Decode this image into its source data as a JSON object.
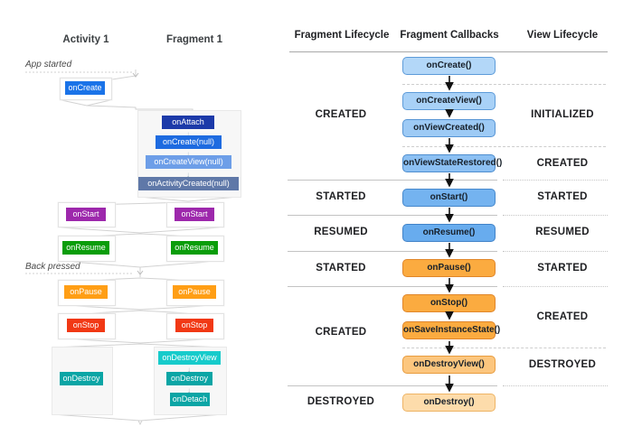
{
  "title": "Android fragment lifecycle diagram",
  "icons": {
    "down_arrow": "↓"
  },
  "palette": {
    "left": {
      "onCreate": "#1a73e8",
      "onAttach": "#1c3aa9",
      "onCreateNull": "#1e6be0",
      "onCreateViewNull": "#6d9ee8",
      "onActivityCreatedNull": "#5f78a8",
      "onStart": "#9d28ac",
      "onResume": "#0a9d0a",
      "onPause": "#ff9e15",
      "onStop": "#f13814",
      "onDestroy": "#0ba5a5",
      "onDestroyView": "#16cbcb",
      "panel_bg": "#f7f7f7",
      "connector": "#d2d2d2"
    },
    "right": {
      "blue_light": "#b3d7f8",
      "blue_mid": "#8cc0f3",
      "blue_strong": "#68acee",
      "blue_border": "#5d9bd9",
      "orange_strong": "#fbab40",
      "orange_mid": "#fcc67e",
      "orange_light": "#fddcab",
      "orange_border": "#e0862a",
      "arrow": "#111111"
    }
  },
  "left_panel": {
    "column_headers": [
      {
        "label": "Activity 1"
      },
      {
        "label": "Fragment 1"
      }
    ],
    "annotations": {
      "app_started": "App started",
      "back_pressed": "Back pressed"
    },
    "activity_flow": {
      "onCreate": "onCreate",
      "onStart": "onStart",
      "onResume": "onResume",
      "onPause": "onPause",
      "onStop": "onStop",
      "onDestroy": "onDestroy"
    },
    "fragment_create_group": {
      "onAttach": "onAttach",
      "onCreate": "onCreate(null)",
      "onCreateView": "onCreateView(null)",
      "onActivityCreated": "onActivityCreated(null)"
    },
    "fragment_flow": {
      "onStart": "onStart",
      "onResume": "onResume",
      "onPause": "onPause",
      "onStop": "onStop"
    },
    "fragment_destroy_group": {
      "onDestroyView": "onDestroyView",
      "onDestroy": "onDestroy",
      "onDetach": "onDetach"
    }
  },
  "right_panel": {
    "headers": {
      "fragment_lifecycle": "Fragment Lifecycle",
      "fragment_callbacks": "Fragment Callbacks",
      "view_lifecycle": "View Lifecycle"
    },
    "fragment_states": [
      {
        "label": "CREATED"
      },
      {
        "label": "STARTED"
      },
      {
        "label": "RESUMED"
      },
      {
        "label": "STARTED"
      },
      {
        "label": "CREATED"
      },
      {
        "label": "DESTROYED"
      }
    ],
    "view_states": [
      {
        "label": "INITIALIZED"
      },
      {
        "label": "CREATED"
      },
      {
        "label": "STARTED"
      },
      {
        "label": "RESUMED"
      },
      {
        "label": "STARTED"
      },
      {
        "label": "CREATED"
      },
      {
        "label": "DESTROYED"
      }
    ],
    "callbacks": [
      {
        "label": "onCreate()"
      },
      {
        "label": "onCreateView()"
      },
      {
        "label": "onViewCreated()"
      },
      {
        "label": "onViewStateRestored()"
      },
      {
        "label": "onStart()"
      },
      {
        "label": "onResume()"
      },
      {
        "label": "onPause()"
      },
      {
        "label": "onStop()"
      },
      {
        "label": "onSaveInstanceState()"
      },
      {
        "label": "onDestroyView()"
      },
      {
        "label": "onDestroy()"
      }
    ]
  }
}
